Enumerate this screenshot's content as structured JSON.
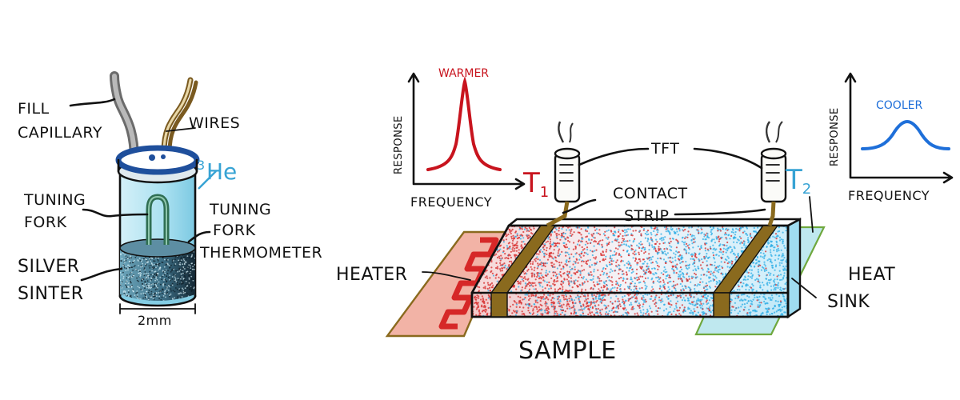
{
  "left_cell": {
    "labels": {
      "fill_capillary_1": "FILL",
      "fill_capillary_2": "CAPILLARY",
      "wires": "WIRES",
      "helium_sup": "3",
      "helium": "He",
      "tuning_fork_1": "TUNING",
      "tuning_fork_2": "FORK",
      "tf_thermometer_1": "TUNING",
      "tf_thermometer_2": "FORK",
      "tf_thermometer_3": "THERMOMETER",
      "silver_sinter_1": "SILVER",
      "silver_sinter_2": "SINTER",
      "dimension": "2mm"
    }
  },
  "warmer_plot": {
    "title": "WARMER",
    "ylabel": "RESPONSE",
    "xlabel": "FREQUENCY",
    "color": "#c8141e"
  },
  "cooler_plot": {
    "title": "COOLER",
    "ylabel": "RESPONSE",
    "xlabel": "FREQUENCY",
    "color": "#1e6fd9"
  },
  "setup": {
    "tft": "TFT",
    "contact_strip_1": "CONTACT",
    "contact_strip_2": "STRIP",
    "t1": "T",
    "t1_sub": "1",
    "t2": "T",
    "t2_sub": "2",
    "heater": "HEATER",
    "heat_sink_1": "HEAT",
    "heat_sink_2": "SINK",
    "sample": "SAMPLE"
  },
  "colors": {
    "hot": "#d62828",
    "cold": "#2eaee6",
    "heater_pad": "#f2b3a6",
    "sink_pad": "#bfe8ef",
    "contact": "#8a6a1e",
    "cell_blue": "#9ad9ec",
    "cap_blue": "#1f4f9c"
  }
}
